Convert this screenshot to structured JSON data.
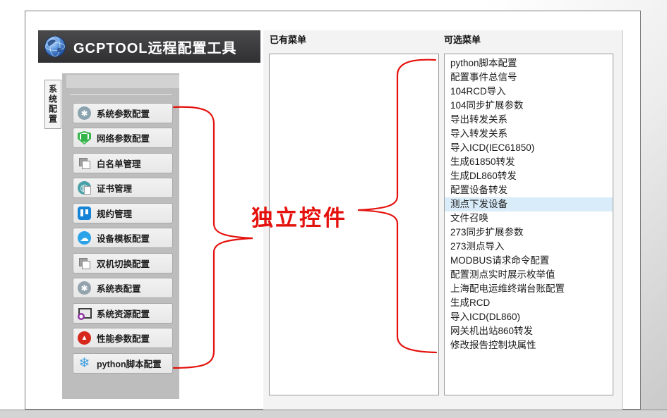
{
  "app": {
    "title": "GCPTOOL远程配置工具"
  },
  "vertical_tab": {
    "label": "系统配置"
  },
  "sidebar": {
    "buttons": [
      {
        "label": "系统参数配置",
        "icon": "gear"
      },
      {
        "label": "网络参数配置",
        "icon": "shield"
      },
      {
        "label": "白名单管理",
        "icon": "layers"
      },
      {
        "label": "证书管理",
        "icon": "certificate-globe"
      },
      {
        "label": "规约管理",
        "icon": "protocol-board"
      },
      {
        "label": "设备模板配置",
        "icon": "cloud"
      },
      {
        "label": "双机切换配置",
        "icon": "dual-machine"
      },
      {
        "label": "系统表配置",
        "icon": "gear"
      },
      {
        "label": "系统资源配置",
        "icon": "monitor"
      },
      {
        "label": "性能参数配置",
        "icon": "performance"
      },
      {
        "label": "python脚本配置",
        "icon": "snowflake"
      }
    ]
  },
  "panels": {
    "existing": {
      "label": "已有菜单",
      "items": []
    },
    "available": {
      "label": "可选菜单",
      "selected_index": 10,
      "items": [
        "python脚本配置",
        "配置事件总信号",
        "104RCD导入",
        "104同步扩展参数",
        "导出转发关系",
        "导入转发关系",
        "导入ICD(IEC61850)",
        "生成61850转发",
        "生成DL860转发",
        "配置设备转发",
        "测点下发设备",
        "文件召唤",
        "273同步扩展参数",
        "273测点导入",
        "MODBUS请求命令配置",
        "配置测点实时展示枚举值",
        "上海配电运维终端台账配置",
        "生成RCD",
        "导入ICD(DL860)",
        "网关机出站860转发",
        "修改报告控制块属性"
      ]
    }
  },
  "annotation": {
    "label": "独立控件",
    "color": "#e4110d"
  }
}
